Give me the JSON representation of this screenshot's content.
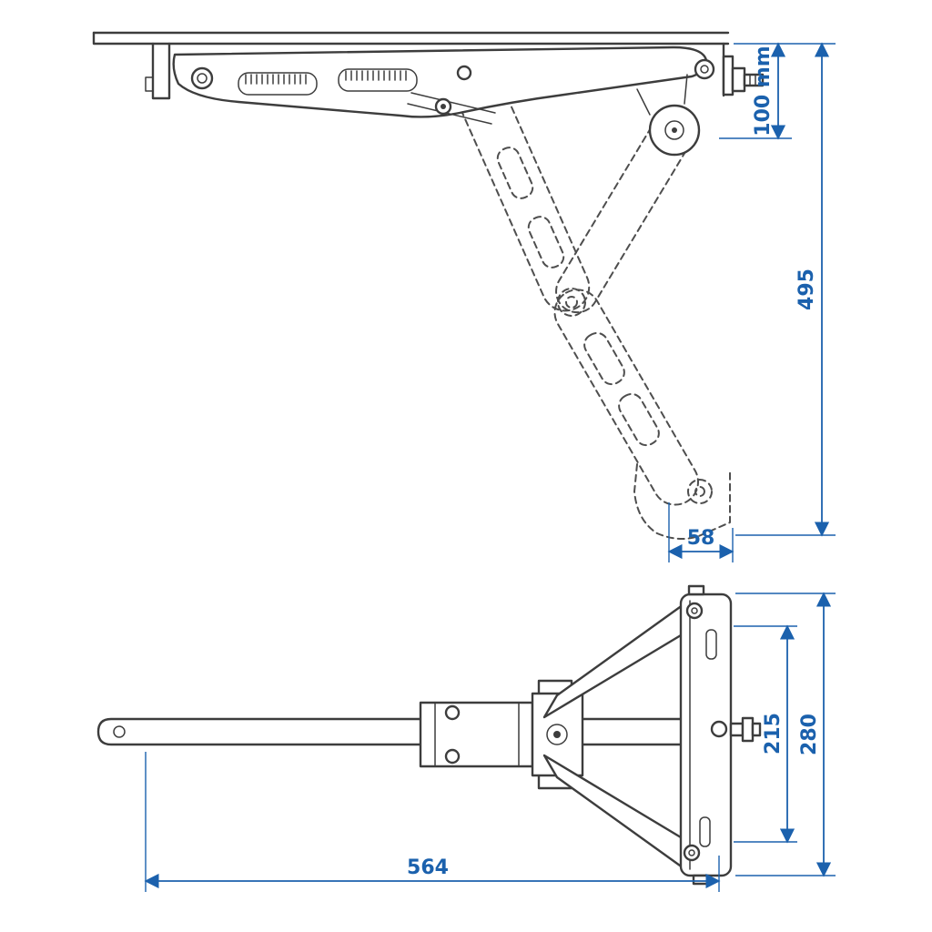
{
  "diagram": {
    "title": "corner-steady-jack-technical-drawing",
    "accent_color": "#1b61ad",
    "line_color": "#3d3d3d",
    "views": {
      "side_view": "folded-and-extended-side-view",
      "plan_view": "plan-view-with-crank-handle"
    },
    "dimensions": {
      "pivot_height": "100 mm",
      "overall_height": "495",
      "foot_width": "58",
      "mount_hole_spacing": "215",
      "bracket_height": "280",
      "crank_length": "564"
    }
  }
}
